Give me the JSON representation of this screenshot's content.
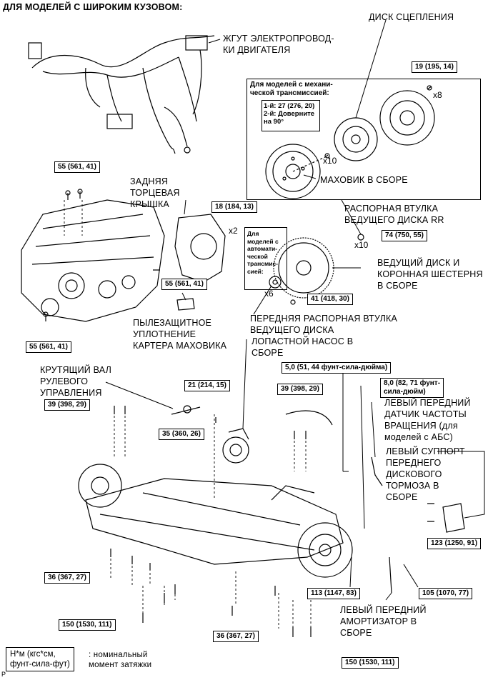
{
  "header": "ДЛЯ МОДЕЛЕЙ С ШИРОКИМ КУЗОВОМ:",
  "labels": {
    "harness": "ЖГУТ ЭЛЕКТРОПРОВОД-\nКИ ДВИГАТЕЛЯ",
    "clutch_disc": "ДИСК СЦЕПЛЕНИЯ",
    "flywheel": "МАХОВИК В СБОРЕ",
    "rear_end_cover": "ЗАДНЯЯ\nТОРЦЕВАЯ\nКРЫШКА",
    "spacer_rr": "РАСПОРНАЯ ВТУЛКА\nВЕДУЩЕГО ДИСКА RR",
    "drive_plate": "ВЕДУЩИЙ ДИСК И\nКОРОННАЯ ШЕСТЕРНЯ\nВ СБОРЕ",
    "spacer_front": "ПЕРЕДНЯЯ РАСПОРНАЯ ВТУЛКА\nВЕДУЩЕГО ДИСКА",
    "dust_seal": "ПЫЛЕЗАЩИТНОЕ\nУПЛОТНЕНИЕ\nКАРТЕРА МАХОВИКА",
    "vane_pump": "ЛОПАСТНОЙ НАСОС В\nСБОРЕ",
    "steering_shaft": "КРУТЯЩИЙ ВАЛ\nРУЛЕВОГО\nУПРАВЛЕНИЯ",
    "speed_sensor": "ЛЕВЫЙ ПЕРЕДНИЙ\nДАТЧИК ЧАСТОТЫ\nВРАЩЕНИЯ (для\nмоделей с АБС)",
    "caliper": "ЛЕВЫЙ СУППОРТ\nПЕРЕДНЕГО\nДИСКОВОГО\nТОРМОЗА В\nСБОРЕ",
    "shock_absorber": "ЛЕВЫЙ ПЕРЕДНИЙ\nАМОРТИЗАТОР В\nСБОРЕ"
  },
  "notes": {
    "manual_title": "Для моделей с механи-\nческой трансмиссией:",
    "manual_steps": "1-й: 27 (276, 20)\n2-й: Доверните\nна 90°",
    "automatic": "Для\nмоделей с\nавтомати-\nческой\nтрансмис-\nсией:"
  },
  "torques": {
    "t19": "19 (195, 14)",
    "t55a": "55 (561, 41)",
    "t18": "18 (184, 13)",
    "t74": "74 (750, 55)",
    "t55b": "55 (561, 41)",
    "t41": "41 (418, 30)",
    "t55c": "55 (561, 41)",
    "t5": "5,0 (51, 44 фунт-сила-дюйма)",
    "t8": "8,0 (82, 71 фунт-\nсила-дюйм)",
    "t21": "21 (214, 15)",
    "t39a": "39 (398, 29)",
    "t39b": "39 (398, 29)",
    "t35": "35 (360, 26)",
    "t123": "123 (1250, 91)",
    "t36a": "36 (367, 27)",
    "t113": "113 (1147, 83)",
    "t105": "105 (1070, 77)",
    "t150a": "150 (1530, 111)",
    "t36b": "36 (367, 27)",
    "t150b": "150 (1530, 111)"
  },
  "multipliers": {
    "x8": "x8",
    "x10a": "x10",
    "x2": "x2",
    "x10b": "x10",
    "x6": "x6"
  },
  "legend": {
    "units": "Н*м (кгс*см,\nфунт-сила-фут)",
    "meaning": ": номинальный\nмомент затяжки"
  },
  "corner_mark": "P"
}
